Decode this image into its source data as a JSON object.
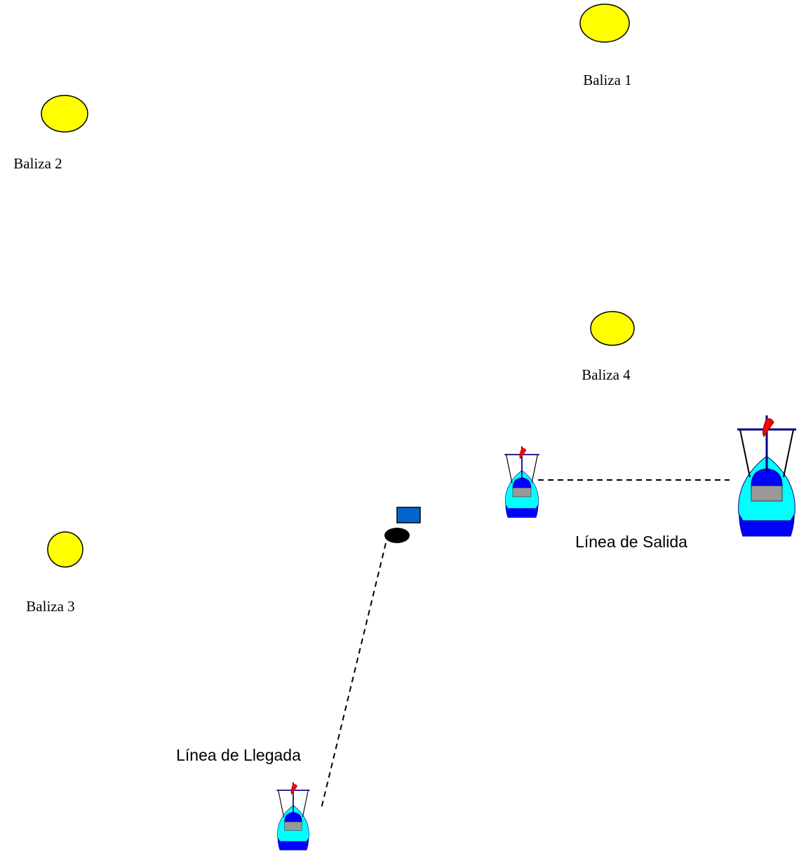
{
  "buoys": [
    {
      "id": "1",
      "label": "Baliza 1"
    },
    {
      "id": "2",
      "label": "Baliza 2"
    },
    {
      "id": "3",
      "label": "Baliza 3"
    },
    {
      "id": "4",
      "label": "Baliza 4"
    }
  ],
  "lines": {
    "start_label": "Línea de Salida",
    "finish_label": "Línea de Llegada"
  },
  "colors": {
    "buoy_fill": "#ffff00",
    "hull_light": "#00ffff",
    "hull_dark": "#0000ff",
    "cabin": "#999999",
    "flag": "#ff0000",
    "mast": "#000080",
    "flag_box": "#0066cc",
    "mark": "#000000"
  },
  "icons": {
    "buoy": "yellow-circle",
    "boat": "sailboat",
    "finish_mark": "black-ellipse-with-blue-flag"
  }
}
